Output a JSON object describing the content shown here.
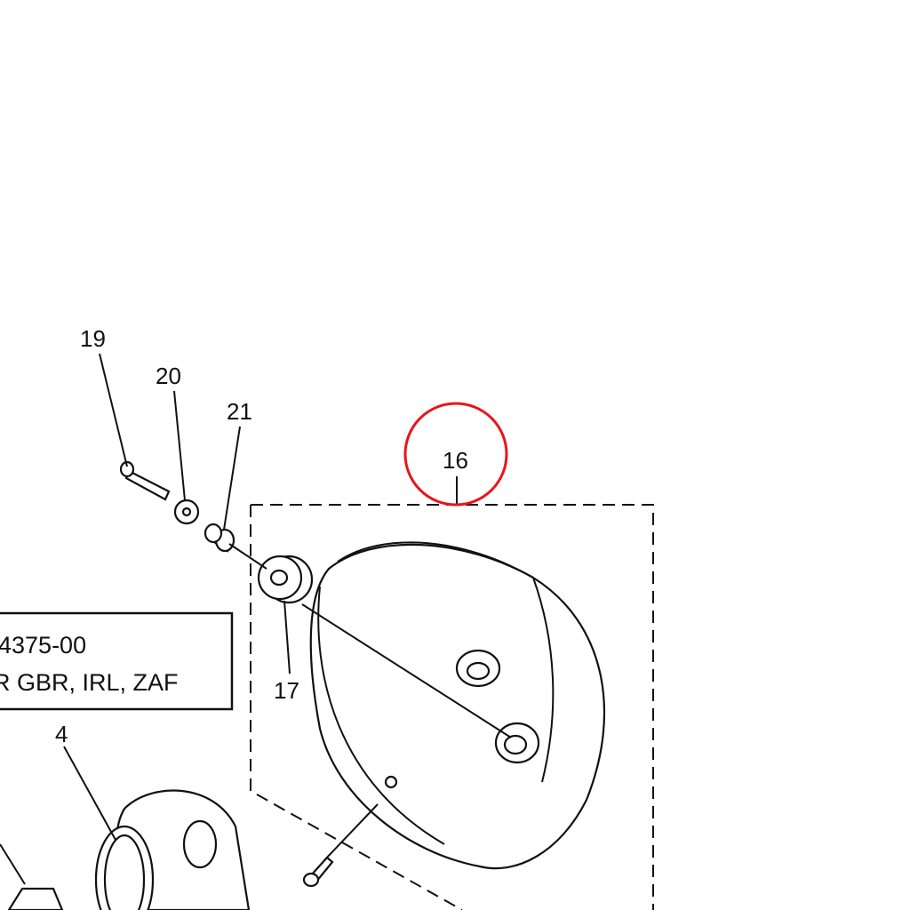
{
  "callouts": {
    "c19": "19",
    "c20": "20",
    "c21": "21",
    "c16": "16",
    "c17": "17",
    "c4": "4"
  },
  "note_box": {
    "line1": "4375-00",
    "line2": "R GBR, IRL, ZAF"
  },
  "highlight_color": "#e8151b"
}
